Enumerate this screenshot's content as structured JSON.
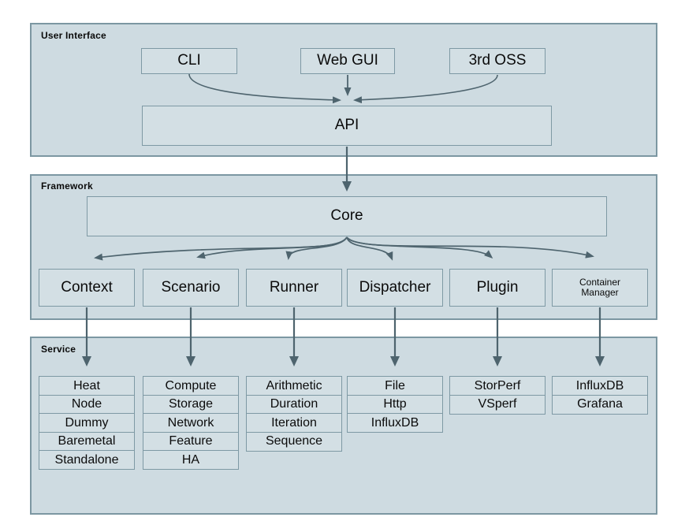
{
  "user_interface": {
    "label": "User Interface",
    "cli": "CLI",
    "web_gui": "Web GUI",
    "third_oss": "3rd OSS",
    "api": "API"
  },
  "framework": {
    "label": "Framework",
    "core": "Core",
    "components": [
      "Context",
      "Scenario",
      "Runner",
      "Dispatcher",
      "Plugin",
      "Container Manager"
    ]
  },
  "service": {
    "label": "Service",
    "columns": [
      [
        "Heat",
        "Node",
        "Dummy",
        "Baremetal",
        "Standalone"
      ],
      [
        "Compute",
        "Storage",
        "Network",
        "Feature",
        "HA"
      ],
      [
        "Arithmetic",
        "Duration",
        "Iteration",
        "Sequence"
      ],
      [
        "File",
        "Http",
        "InfluxDB"
      ],
      [
        "StorPerf",
        "VSperf"
      ],
      [
        "InfluxDB",
        "Grafana"
      ]
    ]
  },
  "colors": {
    "panel_fill": "#cedbe1",
    "panel_border": "#7c97a2",
    "box_fill": "#d3dfe4",
    "box_border": "#7e99a4",
    "arrow": "#4e646e",
    "text": "#0b0b0b",
    "page_background": "#ffffff"
  }
}
